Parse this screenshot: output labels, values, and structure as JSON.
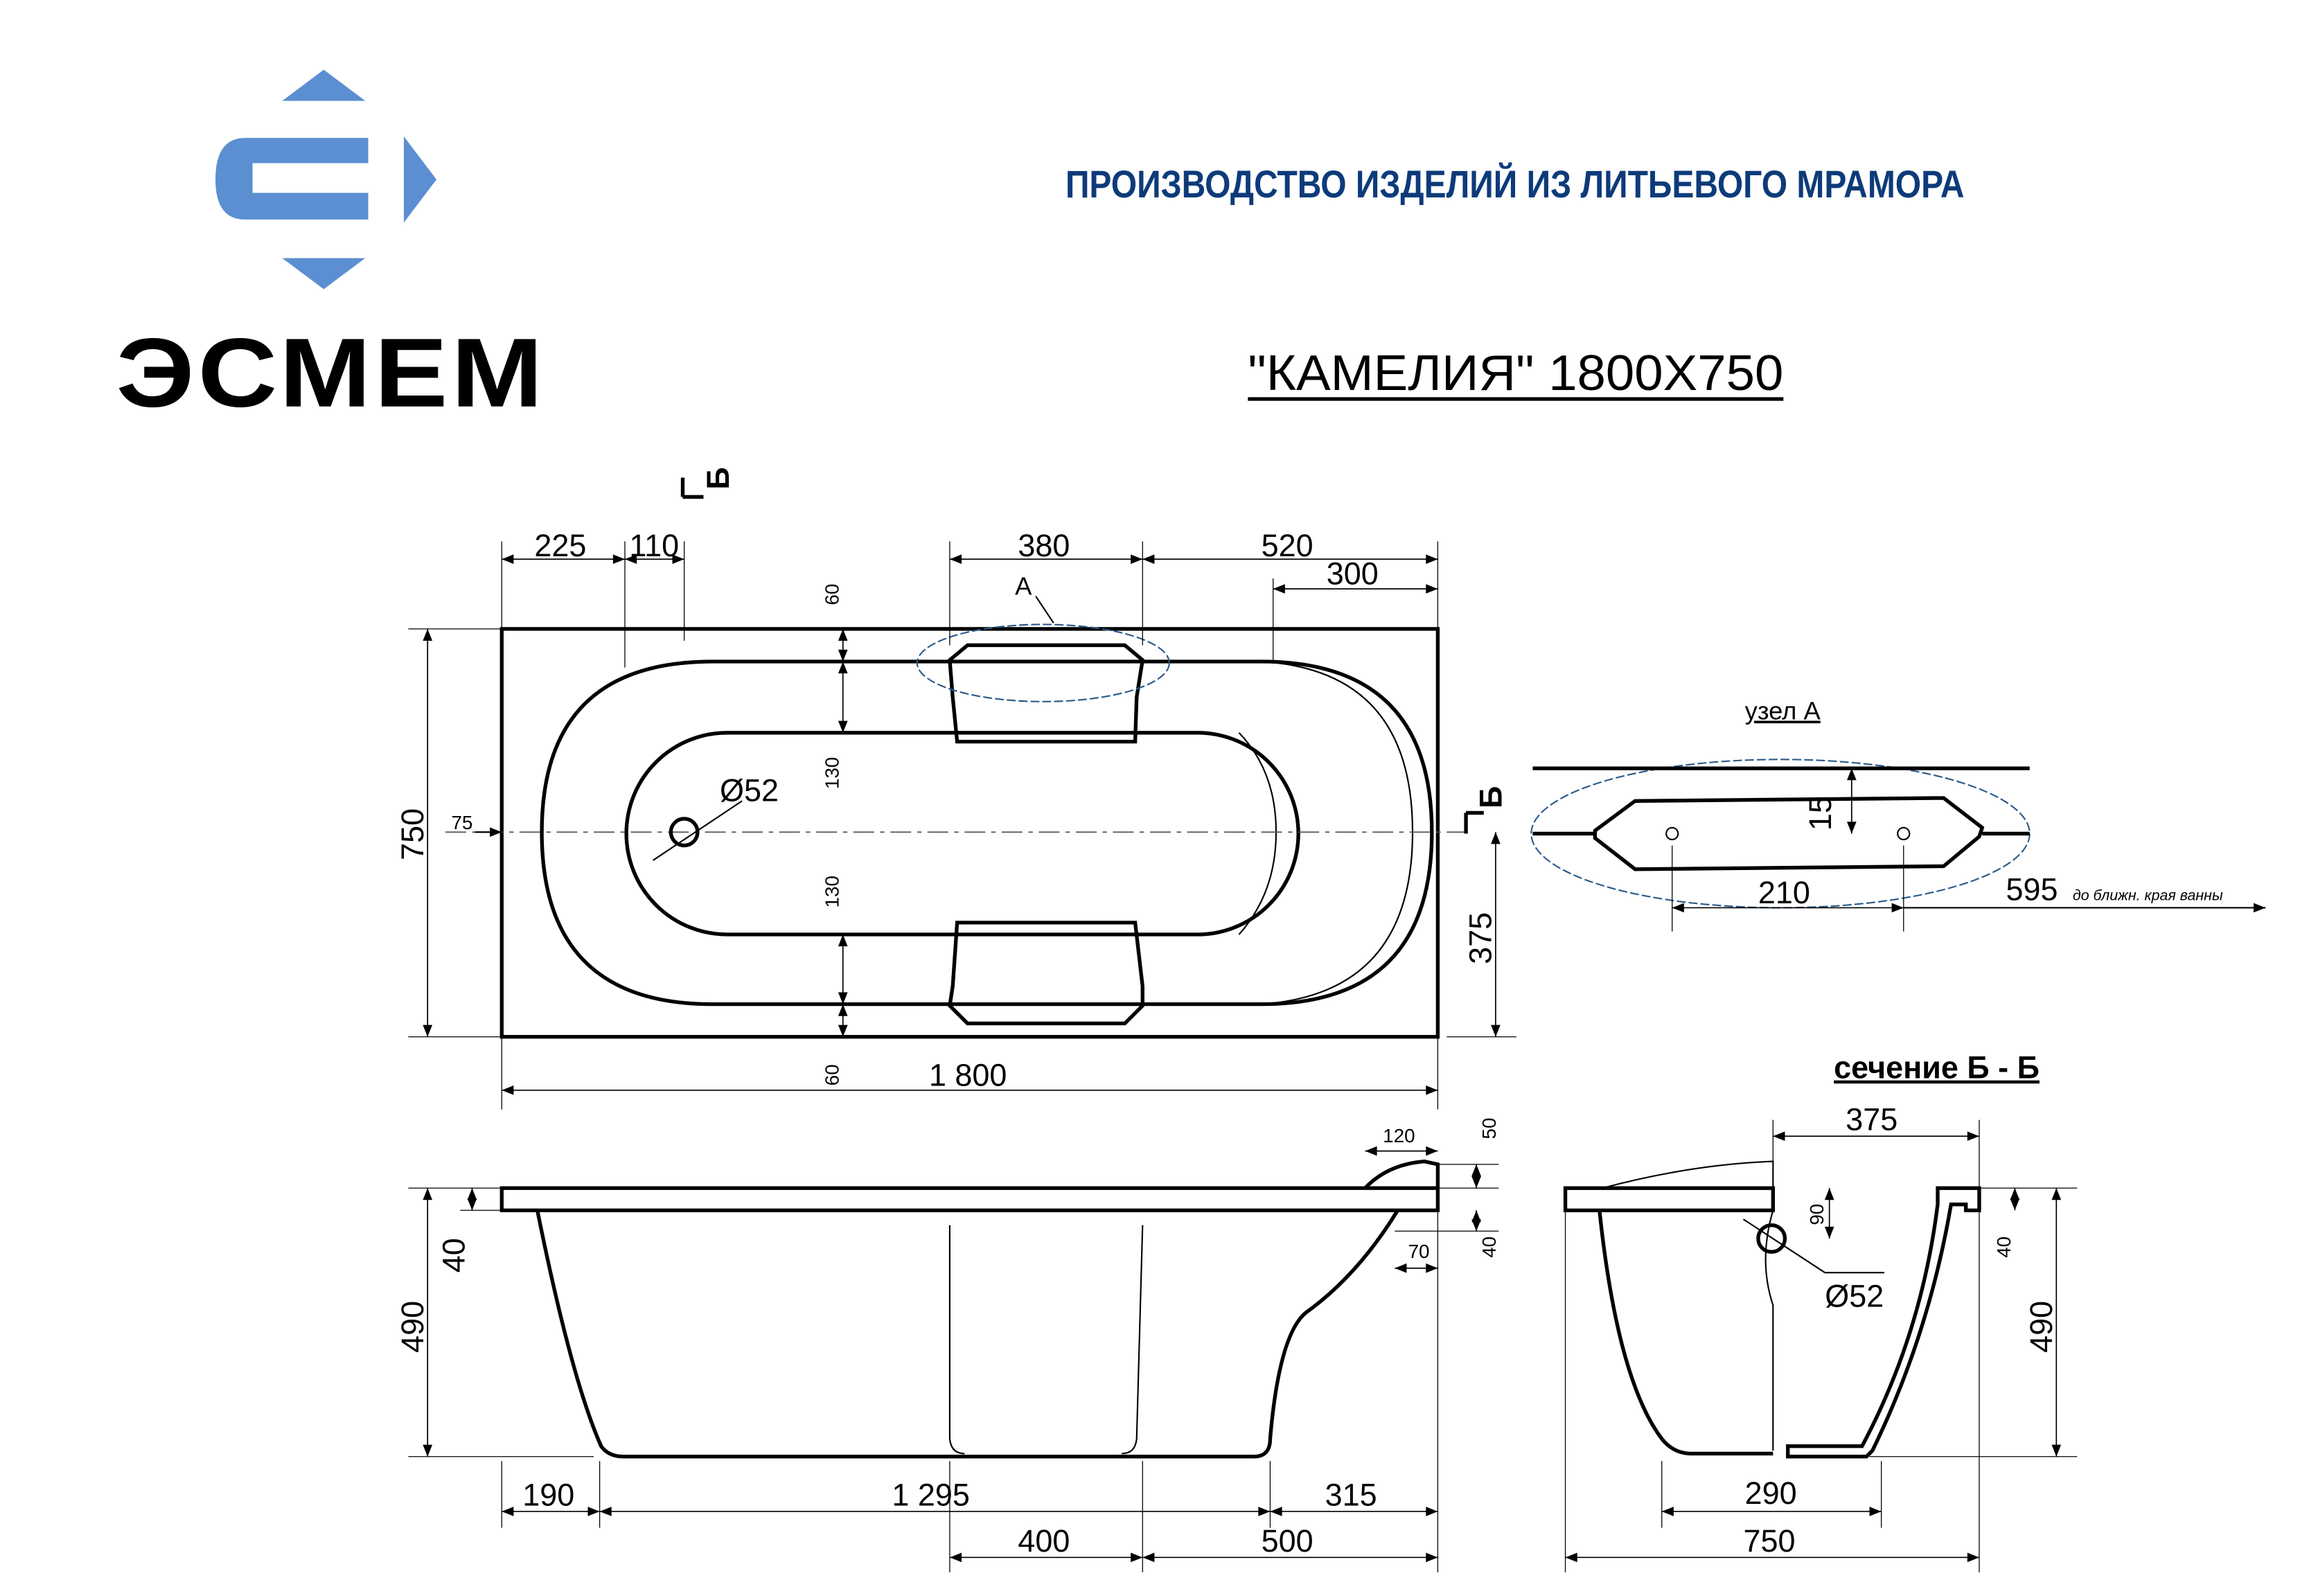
{
  "header": {
    "logo_text": "ЭСМЕМ",
    "tagline": "ПРОИЗВОДСТВО ИЗДЕЛИЙ ИЗ ЛИТЬЕВОГО МРАМОРА",
    "title": "\"КАМЕЛИЯ\" 1800X750",
    "brand_color": "#5b8fd1",
    "tagline_color": "#0d3b7a"
  },
  "plan_view": {
    "dims": {
      "d225": "225",
      "d110": "110",
      "d380": "380",
      "d520": "520",
      "d300": "300",
      "d750": "750",
      "d75": "75",
      "d375": "375",
      "d1800": "1 800",
      "d60a": "60",
      "d130a": "130",
      "d130b": "130",
      "d60b": "60",
      "drain": "Ø52"
    },
    "node_label": "А",
    "section_mark": "Б"
  },
  "detail_a": {
    "title": "узел А",
    "d15": "15",
    "d210": "210",
    "d595": "595",
    "note": "до ближн. края ванны"
  },
  "side_view": {
    "dims": {
      "d120": "120",
      "d50": "50",
      "d70": "70",
      "d40r": "40",
      "d40l": "40",
      "d490": "490",
      "d190": "190",
      "d1295": "1 295",
      "d315": "315",
      "d400": "400",
      "d500": "500"
    }
  },
  "section_bb": {
    "title": "сечение Б - Б",
    "dims": {
      "d375": "375",
      "d90": "90",
      "drain": "Ø52",
      "d40": "40",
      "d490": "490",
      "d290": "290",
      "d750": "750"
    }
  }
}
